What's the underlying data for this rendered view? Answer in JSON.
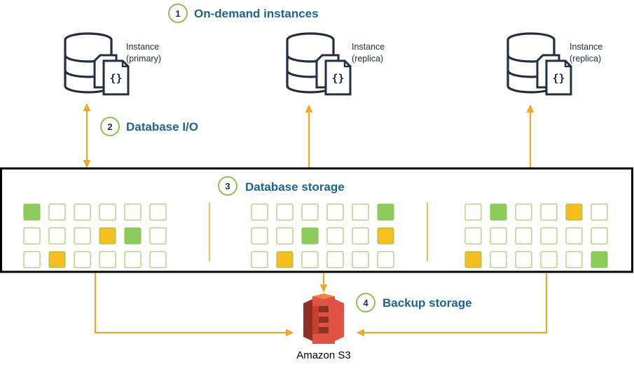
{
  "steps": [
    {
      "number": "1",
      "label": "On-demand instances"
    },
    {
      "number": "2",
      "label": "Database I/O"
    },
    {
      "number": "3",
      "label": "Database storage"
    },
    {
      "number": "4",
      "label": "Backup storage"
    }
  ],
  "instances": [
    {
      "line1": "Instance",
      "line2": "(primary)"
    },
    {
      "line1": "Instance",
      "line2": "(replica)"
    },
    {
      "line1": "Instance",
      "line2": "(replica)"
    }
  ],
  "storage_blocks": [
    {
      "rows": [
        [
          "green",
          "empty",
          "empty",
          "empty",
          "empty",
          "empty"
        ],
        [
          "empty",
          "empty",
          "empty",
          "yellow",
          "green",
          "empty"
        ],
        [
          "empty",
          "yellow",
          "empty",
          "empty",
          "empty",
          "empty"
        ]
      ]
    },
    {
      "rows": [
        [
          "empty",
          "empty",
          "empty",
          "empty",
          "empty",
          "green"
        ],
        [
          "empty",
          "empty",
          "green",
          "empty",
          "empty",
          "yellow"
        ],
        [
          "empty",
          "yellow",
          "empty",
          "empty",
          "empty",
          "empty"
        ]
      ]
    },
    {
      "rows": [
        [
          "empty",
          "green",
          "empty",
          "empty",
          "yellow",
          "empty"
        ],
        [
          "empty",
          "empty",
          "empty",
          "empty",
          "empty",
          "empty"
        ],
        [
          "yellow",
          "empty",
          "empty",
          "empty",
          "empty",
          "green"
        ]
      ]
    }
  ],
  "s3": {
    "label": "Amazon S3"
  },
  "colors": {
    "arrow": "#f5a623",
    "step_circle": "#8cc152",
    "step_text": "#1a6691",
    "cell_border": "#8cc152",
    "cell_green": "#8ccc5a",
    "cell_yellow": "#f7bf1e",
    "s3": "#e05243",
    "icon": "#232f3e"
  }
}
